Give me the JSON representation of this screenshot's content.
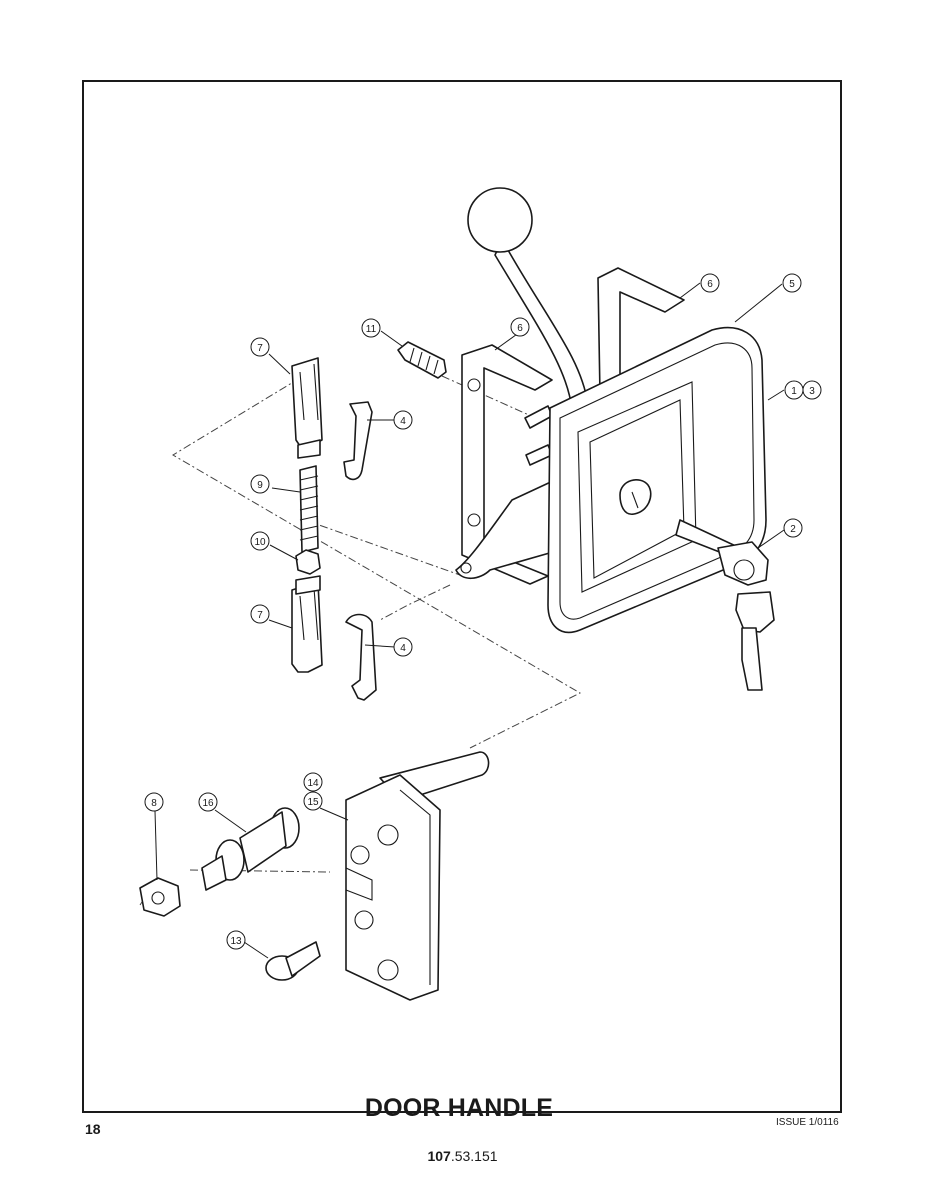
{
  "page": {
    "title": "DOOR HANDLE",
    "page_number": "18",
    "issue": "ISSUE 1/0116",
    "doc_number_prefix": "107",
    "doc_number_suffix": ".53.151"
  },
  "callouts": {
    "c1": "1",
    "c3": "3",
    "c2": "2",
    "c4a": "4",
    "c4b": "4",
    "c5": "5",
    "c6a": "6",
    "c6b": "6",
    "c7a": "7",
    "c7b": "7",
    "c8": "8",
    "c9": "9",
    "c10": "10",
    "c11": "11",
    "c13": "13",
    "c14": "14",
    "c15": "15",
    "c16": "16"
  }
}
